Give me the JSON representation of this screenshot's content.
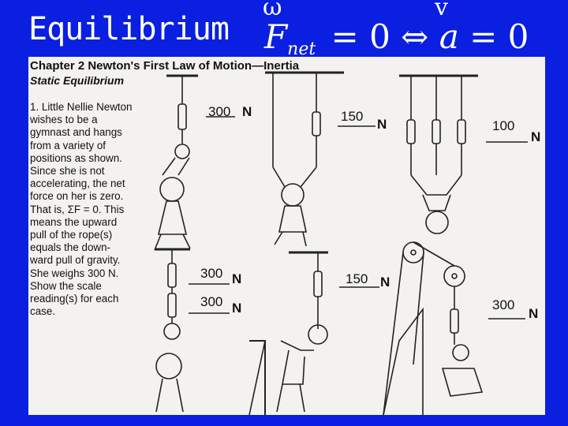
{
  "slide": {
    "title": "Equilibrium",
    "formula": {
      "lhs": "F",
      "subscript": "net",
      "eq1": "= 0",
      "arrow": "⇔",
      "rhs_var": "a",
      "eq2": "= 0"
    }
  },
  "worksheet": {
    "chapter_heading": "Chapter 2  Newton's First Law of Motion—Inertia",
    "section_heading": "Static Equilibrium",
    "problem_text": "1. Little Nellie Newton\nwishes to be a\ngymnast and hangs\nfrom a variety of\npositions as shown.\nSince she is not\naccelerating, the net\nforce on her is zero.\nThat is, ΣF = 0. This\nmeans the upward\npull of the rope(s)\nequals the down-\nward pull of gravity.\nShe weighs 300 N.\nShow the scale\nreading(s) for each\ncase.",
    "unit": "N",
    "readings": {
      "r1": "300",
      "r2": "150",
      "r3": "100",
      "r4a": "300",
      "r4b": "300",
      "r5": "150",
      "r6": "300"
    }
  },
  "colors": {
    "background": "#0a1fe0",
    "paper": "#f3f2ee",
    "ink": "#111111",
    "title_text": "#ffffff"
  }
}
